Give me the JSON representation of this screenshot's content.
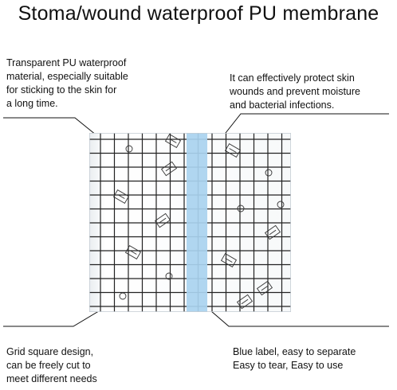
{
  "title": "Stoma/wound waterproof PU membrane",
  "callouts": {
    "top_left": {
      "lines": [
        "Transparent PU waterproof",
        "material, especially suitable",
        "for sticking to the skin for",
        "a long time."
      ]
    },
    "top_right": {
      "lines": [
        "It can effectively protect skin",
        "wounds and prevent moisture",
        "and bacterial infections."
      ]
    },
    "bottom_left": {
      "lines": [
        "Grid square design,",
        "can be freely cut to",
        "meet different needs"
      ]
    },
    "bottom_right": {
      "lines": [
        "Blue label,  easy to separate",
        "Easy to tear,  Easy to use"
      ]
    }
  },
  "colors": {
    "text": "#111111",
    "grid_line": "#222222",
    "blue_label": "#a9d3ef",
    "film_edge": "#cfd6dc"
  }
}
